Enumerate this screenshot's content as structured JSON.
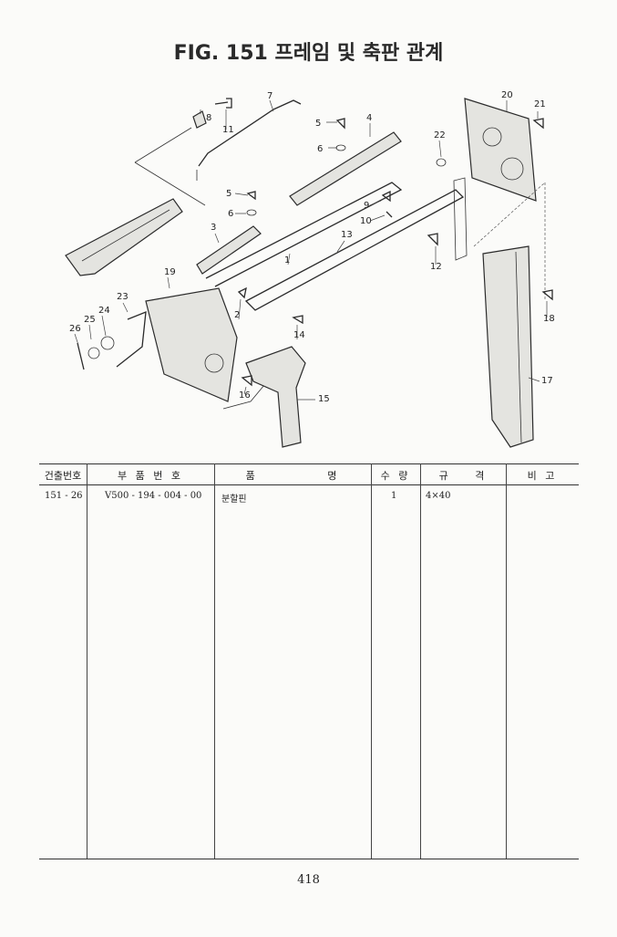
{
  "title": "FIG. 151 프레임 및 축판 관계",
  "diagram": {
    "callouts": [
      "1",
      "2",
      "3",
      "4",
      "5",
      "5",
      "6",
      "6",
      "7",
      "8",
      "9",
      "10",
      "11",
      "12",
      "13",
      "14",
      "15",
      "16",
      "17",
      "18",
      "19",
      "20",
      "21",
      "22",
      "23",
      "24",
      "25",
      "26"
    ]
  },
  "table": {
    "headers": [
      "건출번호",
      "부 품 번 호",
      "품 명",
      "수 량",
      "규 격",
      "비 고"
    ],
    "rows": [
      {
        "ref": "151 - 26",
        "part_no": "V500 - 194 - 004 - 00",
        "name": "분할핀",
        "qty": "1",
        "spec": "4×40",
        "note": ""
      }
    ]
  },
  "page_number": "418"
}
